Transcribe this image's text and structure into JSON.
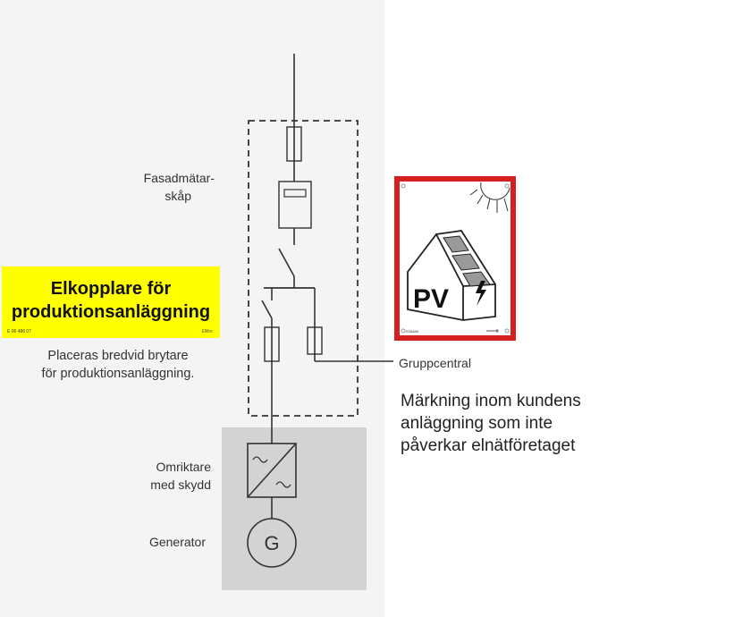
{
  "labels": {
    "fasad_line1": "Fasadmätar-",
    "fasad_line2": "skåp",
    "placeras_line1": "Placeras bredvid brytare",
    "placeras_line2": "för produktionsanläggning.",
    "gruppcentral": "Gruppcentral",
    "omriktare_line1": "Omriktare",
    "omriktare_line2": "med skydd",
    "generator": "Generator",
    "generator_symbol": "G"
  },
  "yellow_sign": {
    "line1": "Elkopplare för",
    "line2": "produktionsanläggning",
    "code": "E 06 486 07",
    "brand": "Ellifor",
    "bg_color": "#ffff00"
  },
  "note": {
    "line1": "Märkning inom kundens",
    "line2": "anläggning som inte",
    "line3": "påverkar elnätföretaget"
  },
  "pv_sign": {
    "text": "PV",
    "code": "E06486",
    "border_color": "#d62020"
  },
  "icons": [
    "fuse-icon",
    "meter-icon",
    "switch-icon",
    "inverter-icon",
    "generator-icon",
    "sun-icon",
    "lightning-icon"
  ]
}
